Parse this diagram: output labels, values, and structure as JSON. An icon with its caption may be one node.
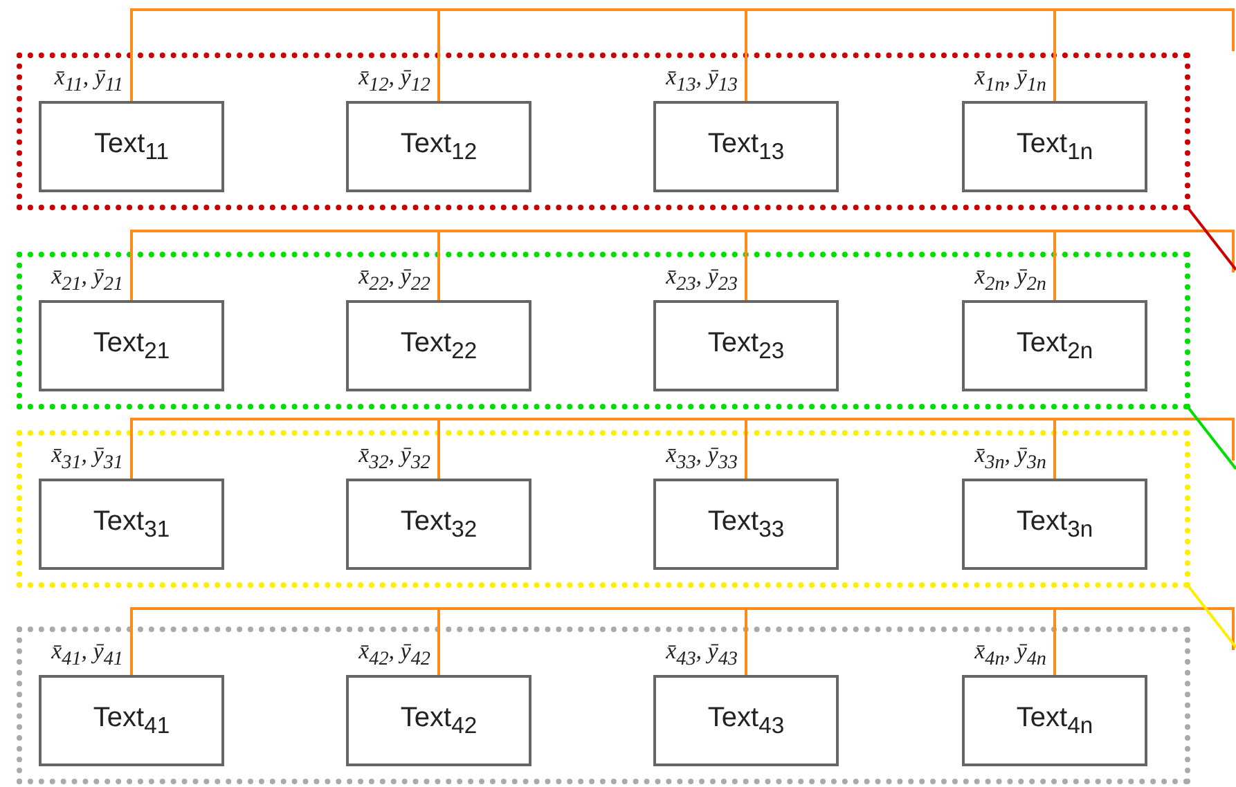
{
  "diagram": {
    "nodes": [
      {
        "text": [],
        "shape": "box"
      },
      {
        "text": [
          "Text$_{11}$"
        ],
        "in": 0,
        "beside": [
          "x̄$_{11}$, ȳ$_{11}$"
        ]
      },
      {
        "text": [
          "Text$_{12}$"
        ],
        "in": 0,
        "beside": [
          "x̄$_{12}$, ȳ$_{12}$"
        ]
      },
      {
        "text": [
          "Text$_{13}$"
        ],
        "in": 0,
        "beside": [
          "x̄$_{13}$, ȳ$_{13}$"
        ]
      },
      {
        "text": [
          "Text$_{1n}$"
        ],
        "in": 0,
        "beside": [
          "x̄$_{1n}$, ȳ$_{1n}$"
        ]
      },
      {
        "text": [],
        "shape": "box"
      },
      {
        "text": [
          "Text$_{21}$"
        ],
        "in": 5,
        "beside": [
          "x̄$_{21}$, ȳ$_{21}$"
        ]
      },
      {
        "text": [
          "Text$_{22}$"
        ],
        "in": 5,
        "beside": [
          "x̄$_{22}$, ȳ$_{22}$"
        ]
      },
      {
        "text": [
          "Text$_{23}$"
        ],
        "in": 5,
        "beside": [
          "x̄$_{23}$, ȳ$_{23}$"
        ]
      },
      {
        "text": [
          "Text$_{2n}$"
        ],
        "in": 5,
        "beside": [
          "x̄$_{2n}$, ȳ$_{2n}$"
        ]
      },
      {
        "text": [],
        "shape": "box"
      },
      {
        "text": [
          "Text$_{31}$"
        ],
        "in": 10,
        "beside": [
          "x̄$_{31}$, ȳ$_{31}$"
        ]
      },
      {
        "text": [
          "Text$_{32}$"
        ],
        "in": 10,
        "beside": [
          "x̄$_{32}$, ȳ$_{32}$"
        ]
      },
      {
        "text": [
          "Text$_{33}$"
        ],
        "in": 10,
        "beside": [
          "x̄$_{33}$, ȳ$_{33}$"
        ]
      },
      {
        "text": [
          "Text$_{3n}$"
        ],
        "in": 10,
        "beside": [
          "x̄$_{3n}$, ȳ$_{3n}$"
        ]
      },
      {
        "text": [],
        "shape": "box"
      },
      {
        "text": [
          "Text$_{41}$"
        ],
        "in": 15,
        "beside": [
          "x̄$_{41}$, ȳ$_{41}$"
        ]
      },
      {
        "text": [
          "Text$_{42}$"
        ],
        "in": 15,
        "beside": [
          "x̄$_{42}$, ȳ$_{42}$"
        ]
      },
      {
        "text": [
          "Text$_{43}$"
        ],
        "in": 15,
        "beside": [
          "x̄$_{43}$, ȳ$_{43}$"
        ]
      },
      {
        "text": [
          "Text$_{4n}$"
        ],
        "in": 15,
        "beside": [
          "x̄$_{4n}$, ȳ$_{4n}$"
        ]
      }
    ],
    "edges": [
      {
        "from": 1,
        "to": null,
        "arrow": "none"
      },
      {
        "from": 2,
        "to": null,
        "arrow": "none"
      },
      {
        "from": 3,
        "to": null,
        "arrow": "none"
      },
      {
        "from": 4,
        "to": null,
        "arrow": "none"
      },
      {
        "from": 6,
        "to": null,
        "arrow": "none"
      },
      {
        "from": 7,
        "to": null,
        "arrow": "none"
      },
      {
        "from": 8,
        "to": null,
        "arrow": "none"
      },
      {
        "from": 9,
        "to": null,
        "arrow": "none"
      },
      {
        "from": 11,
        "to": null,
        "arrow": "none"
      },
      {
        "from": 12,
        "to": null,
        "arrow": "none"
      },
      {
        "from": 13,
        "to": null,
        "arrow": "none"
      },
      {
        "from": 14,
        "to": null,
        "arrow": "none"
      },
      {
        "from": 16,
        "to": null,
        "arrow": "none"
      },
      {
        "from": 17,
        "to": null,
        "arrow": "none"
      },
      {
        "from": 18,
        "to": null,
        "arrow": "none"
      },
      {
        "from": 19,
        "to": null,
        "arrow": "none"
      },
      {
        "from": 0,
        "to": null,
        "arrow": "none",
        "color": "#cc0000"
      },
      {
        "from": 5,
        "to": null,
        "arrow": "none",
        "color": "#00dd00"
      },
      {
        "from": 10,
        "to": null,
        "arrow": "none",
        "color": "#ffee00"
      }
    ]
  }
}
